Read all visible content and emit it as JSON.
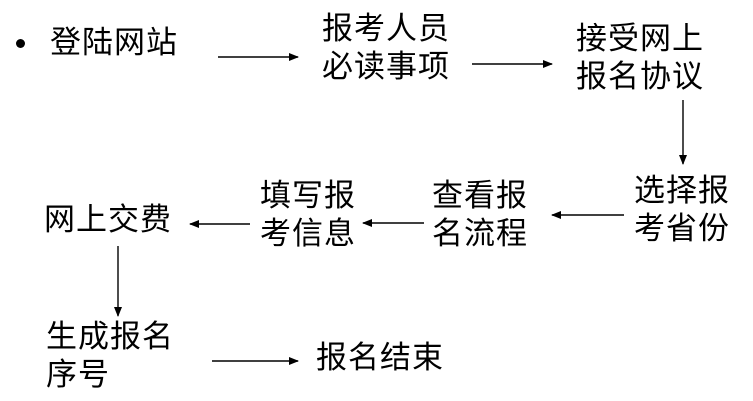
{
  "flow": {
    "nodes": [
      {
        "id": "n1",
        "lines": [
          "登陆网站"
        ]
      },
      {
        "id": "n2",
        "lines": [
          "报考人员",
          "必读事项"
        ]
      },
      {
        "id": "n3",
        "lines": [
          "接受网上",
          "报名协议"
        ]
      },
      {
        "id": "n4",
        "lines": [
          "选择报",
          "考省份"
        ]
      },
      {
        "id": "n5",
        "lines": [
          "查看报",
          "名流程"
        ]
      },
      {
        "id": "n6",
        "lines": [
          "填写报",
          "考信息"
        ]
      },
      {
        "id": "n7",
        "lines": [
          "网上交费"
        ]
      },
      {
        "id": "n8",
        "lines": [
          "生成报名",
          "序号"
        ]
      },
      {
        "id": "n9",
        "lines": [
          "报名结束"
        ]
      }
    ]
  }
}
